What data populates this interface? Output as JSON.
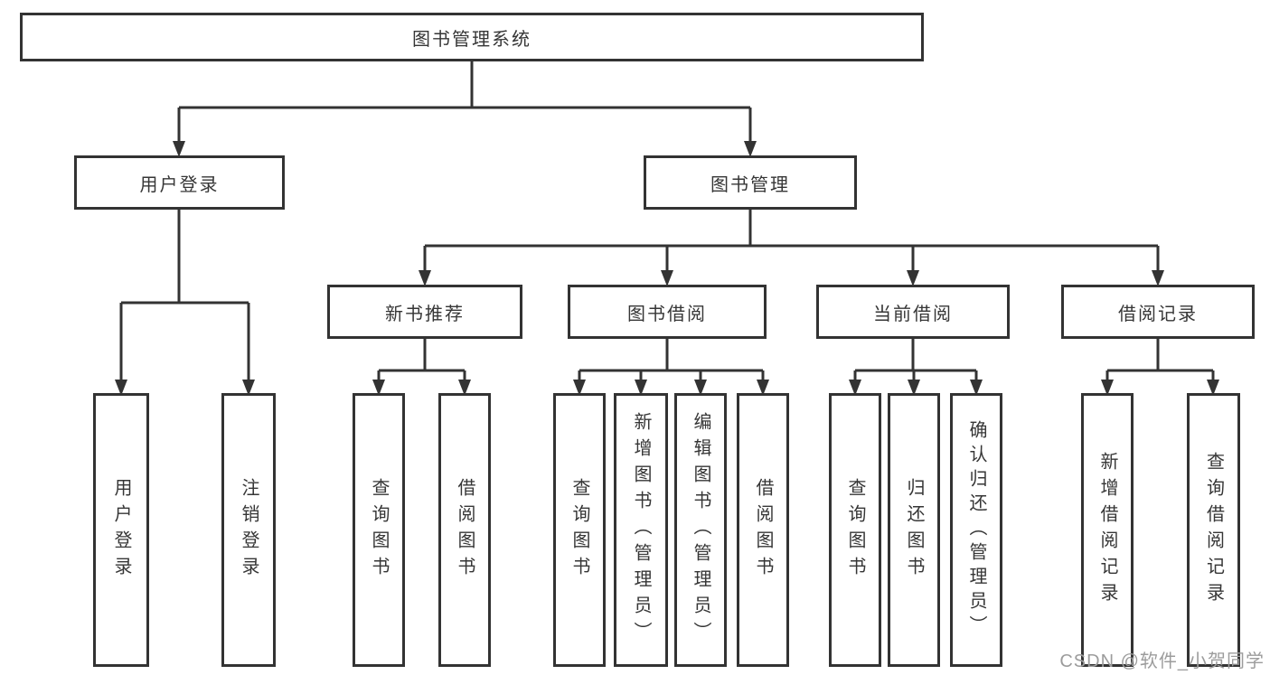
{
  "diagram": {
    "root": {
      "label": "图书管理系统"
    },
    "branches": [
      {
        "label": "用户登录",
        "children": [
          {
            "label": "用户登录"
          },
          {
            "label": "注销登录"
          }
        ]
      },
      {
        "label": "图书管理",
        "children": [
          {
            "label": "新书推荐",
            "children": [
              {
                "label": "查询图书"
              },
              {
                "label": "借阅图书"
              }
            ]
          },
          {
            "label": "图书借阅",
            "children": [
              {
                "label": "查询图书"
              },
              {
                "label": "新增图书（管理员）"
              },
              {
                "label": "编辑图书（管理员）"
              },
              {
                "label": "借阅图书"
              }
            ]
          },
          {
            "label": "当前借阅",
            "children": [
              {
                "label": "查询图书"
              },
              {
                "label": "归还图书"
              },
              {
                "label": "确认归还（管理员）"
              }
            ]
          },
          {
            "label": "借阅记录",
            "children": [
              {
                "label": "新增借阅记录"
              },
              {
                "label": "查询借阅记录"
              }
            ]
          }
        ]
      }
    ]
  },
  "watermark": {
    "text": "CSDN @软件_小贺同学"
  },
  "colors": {
    "line": "#333333",
    "text": "#363636",
    "background": "#ffffff",
    "watermark": "#9c9c9c"
  }
}
